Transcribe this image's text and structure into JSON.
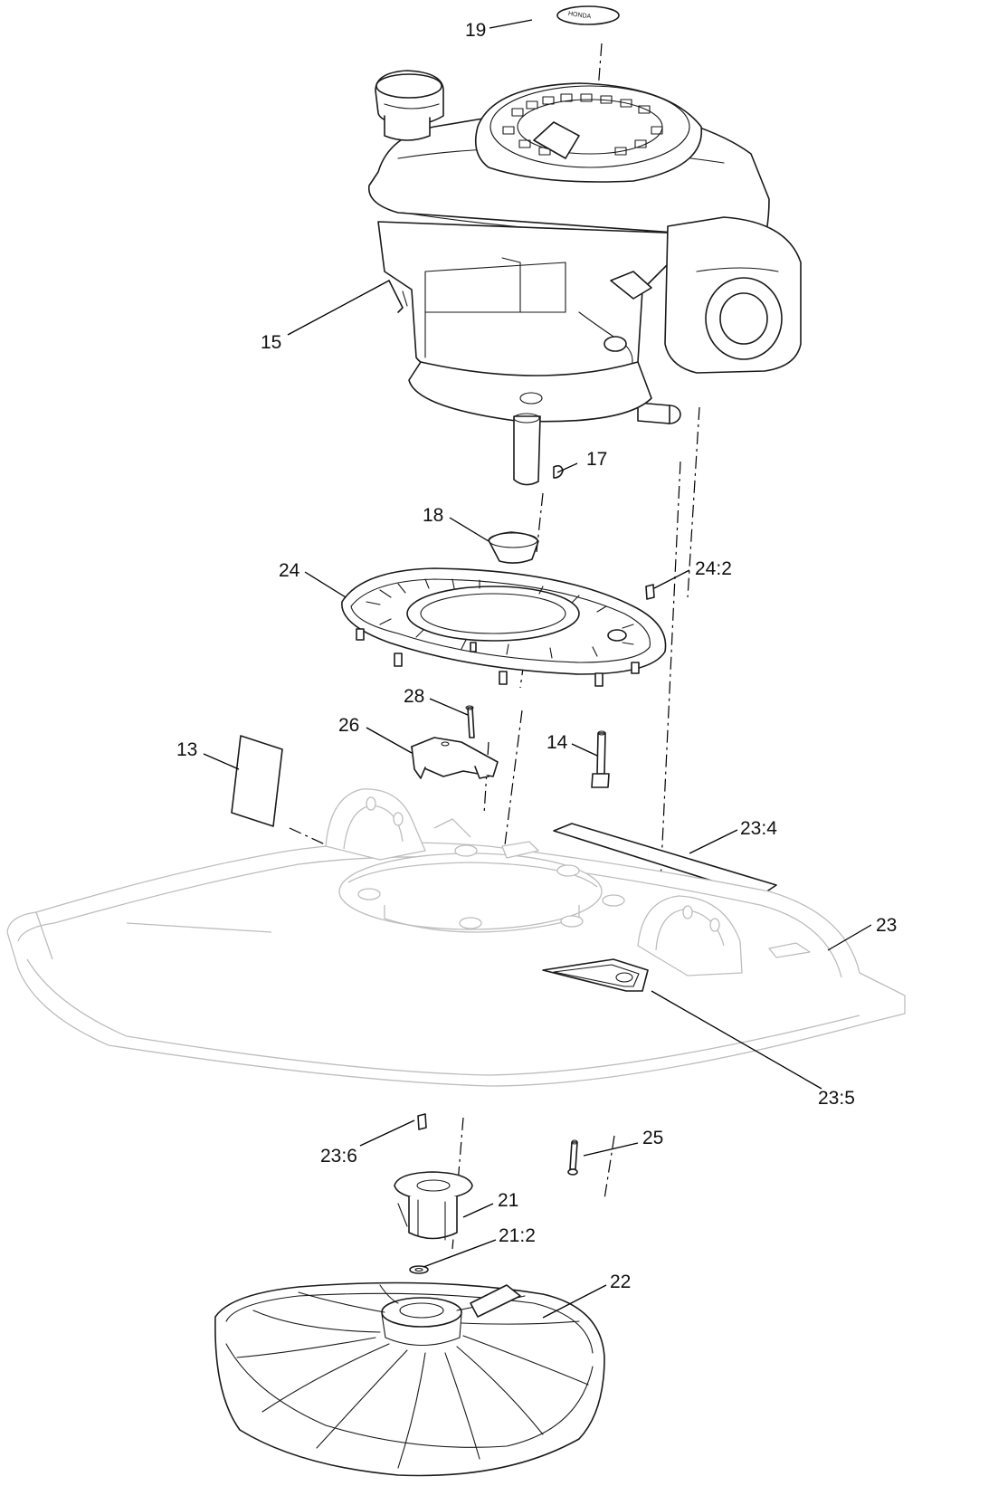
{
  "callouts": {
    "c19": "19",
    "c15": "15",
    "c17": "17",
    "c18": "18",
    "c24": "24",
    "c24_2": "24:2",
    "c28": "28",
    "c26": "26",
    "c13": "13",
    "c14": "14",
    "c23_4": "23:4",
    "c23": "23",
    "c23_5": "23:5",
    "c23_6": "23:6",
    "c25": "25",
    "c21": "21",
    "c21_2": "21:2",
    "c22": "22"
  },
  "colors": {
    "line": "#1a1a1a",
    "deck_outline": "#bdbdbd",
    "background": "#ffffff"
  }
}
